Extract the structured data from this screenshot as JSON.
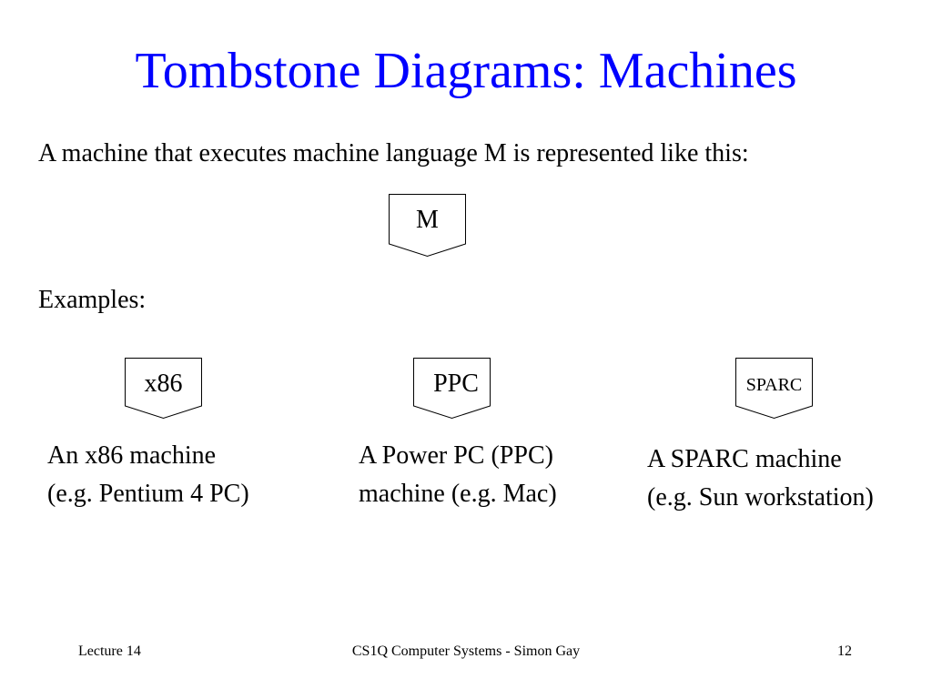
{
  "slide": {
    "title": "Tombstone Diagrams: Machines",
    "intro": "A machine that executes machine language M is represented like this:",
    "examples_heading": "Examples:",
    "title_color": "#0000FF"
  },
  "generic_machine": {
    "label": "M"
  },
  "examples": [
    {
      "label": "x86",
      "caption_line1": "An x86 machine",
      "caption_line2": "(e.g. Pentium 4 PC)"
    },
    {
      "label": "PPC",
      "caption_line1": "A Power PC (PPC)",
      "caption_line2": "machine (e.g. Mac)"
    },
    {
      "label": "SPARC",
      "caption_line1": "A SPARC machine",
      "caption_line2": "(e.g. Sun workstation)"
    }
  ],
  "footer": {
    "left": "Lecture 14",
    "center": "CS1Q Computer Systems - Simon Gay",
    "right": "12"
  }
}
